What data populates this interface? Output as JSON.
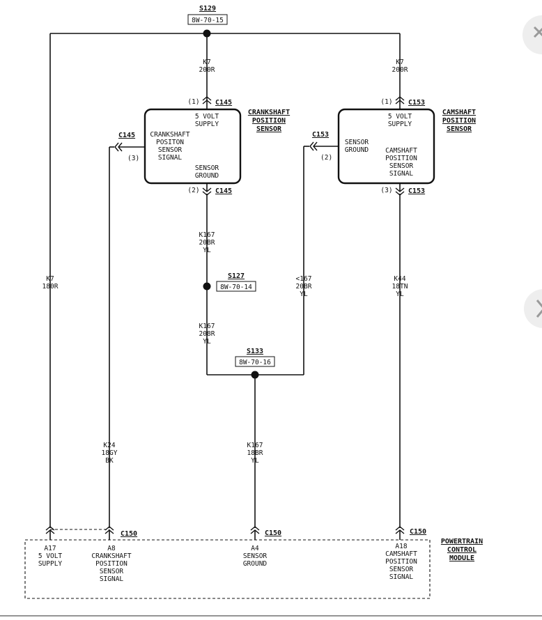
{
  "splices": {
    "s129": {
      "label": "S129",
      "ref": "8W-70-15"
    },
    "s127": {
      "label": "S127",
      "ref": "8W-70-14"
    },
    "s133": {
      "label": "S133",
      "ref": "8W-70-16"
    }
  },
  "components": {
    "crank": {
      "title": [
        "CRANKSHAFT",
        "POSITION",
        "SENSOR"
      ],
      "supply": [
        "5 VOLT",
        "SUPPLY"
      ],
      "signal": [
        "CRANKSHAFT",
        "POSITON",
        "SENSOR",
        "SIGNAL"
      ],
      "ground": [
        "SENSOR",
        "GROUND"
      ]
    },
    "cam": {
      "title": [
        "CAMSHAFT",
        "POSITION",
        "SENSOR"
      ],
      "supply": [
        "5 VOLT",
        "SUPPLY"
      ],
      "ground": [
        "SENSOR",
        "GROUND"
      ],
      "signal": [
        "CAMSHAFT",
        "POSITION",
        "SENSOR",
        "SIGNAL"
      ]
    },
    "pcm": {
      "title": [
        "POWERTRAIN",
        "CONTROL",
        "MODULE"
      ],
      "pins": [
        {
          "id": "A17",
          "lines": [
            "5 VOLT",
            "SUPPLY"
          ]
        },
        {
          "id": "A8",
          "lines": [
            "CRANKSHAFT",
            "POSITION",
            "SENSOR",
            "SIGNAL"
          ]
        },
        {
          "id": "A4",
          "lines": [
            "SENSOR",
            "GROUND"
          ]
        },
        {
          "id": "A18",
          "lines": [
            "CAMSHAFT",
            "POSITION",
            "SENSOR",
            "SIGNAL"
          ]
        }
      ]
    }
  },
  "connectors": {
    "c145_top": {
      "name": "C145",
      "pin": "(1)"
    },
    "c145_side": {
      "name": "C145",
      "pin": "(3)"
    },
    "c145_bottom": {
      "name": "C145",
      "pin": "(2)"
    },
    "c153_top": {
      "name": "C153",
      "pin": "(1)"
    },
    "c153_side": {
      "name": "C153",
      "pin": "(2)"
    },
    "c153_bottom": {
      "name": "C153",
      "pin": "(3)"
    },
    "c150_a8": {
      "name": "C150"
    },
    "c150_a4": {
      "name": "C150"
    },
    "c150_a18": {
      "name": "C150"
    }
  },
  "wires": {
    "k7_left": [
      "K7",
      "180R"
    ],
    "k7_crank": [
      "K7",
      "200R"
    ],
    "k7_cam": [
      "K7",
      "200R"
    ],
    "k167_crank": [
      "K167",
      "20BR",
      "YL"
    ],
    "k167_mid": [
      "K167",
      "208R",
      "YL"
    ],
    "k167_cam": [
      "<167",
      "20BR",
      "YL"
    ],
    "k44": [
      "K44",
      "18TN",
      "YL"
    ],
    "k24": [
      "K24",
      "18GY",
      "BK"
    ],
    "k167_pcm": [
      "K167",
      "18BR",
      "YL"
    ]
  },
  "side_controls": {
    "top_icon": "close-icon",
    "mid_icon": "chevron-right-icon"
  }
}
